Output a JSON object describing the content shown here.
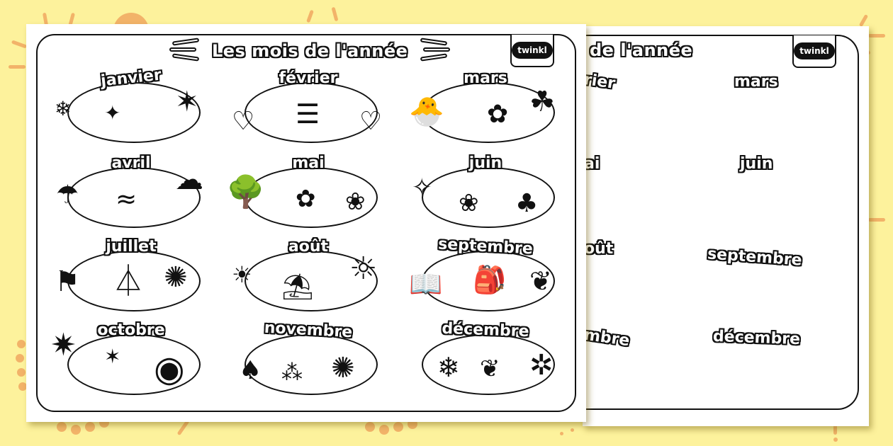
{
  "page": {
    "background_color": "#fdf29c",
    "accent_color": "#f0a860"
  },
  "left_sheet": {
    "title": "Les mois de l'année",
    "logo": "twinkl",
    "months": [
      {
        "name": "janvier",
        "icons": [
          "❄",
          "✦",
          "✶"
        ]
      },
      {
        "name": "février",
        "icons": [
          "♡",
          "☰",
          "♡"
        ]
      },
      {
        "name": "mars",
        "icons": [
          "🐣",
          "✿",
          "☘"
        ]
      },
      {
        "name": "avril",
        "icons": [
          "☂",
          "≈",
          "☁"
        ]
      },
      {
        "name": "mai",
        "icons": [
          "🌳",
          "✿",
          "❀"
        ]
      },
      {
        "name": "juin",
        "icons": [
          "✧",
          "❀",
          "♣"
        ]
      },
      {
        "name": "juillet",
        "icons": [
          "⚑",
          "⏃",
          "✺"
        ]
      },
      {
        "name": "août",
        "icons": [
          "☀",
          "⛱",
          "☼"
        ]
      },
      {
        "name": "septembre",
        "icons": [
          "📖",
          "🎒",
          "❦"
        ]
      },
      {
        "name": "octobre",
        "icons": [
          "✷",
          "✶",
          "◉"
        ]
      },
      {
        "name": "novembre",
        "icons": [
          "♠",
          "⁂",
          "✺"
        ]
      },
      {
        "name": "décembre",
        "icons": [
          "❄",
          "❦",
          "✲"
        ]
      }
    ]
  },
  "right_sheet": {
    "title_visible": "de l'année",
    "logo": "twinkl",
    "months_visible": [
      {
        "name": "rier"
      },
      {
        "name": "mars"
      },
      {
        "name": "ai"
      },
      {
        "name": "juin"
      },
      {
        "name": "oût"
      },
      {
        "name": "septembre"
      },
      {
        "name": "mbre"
      },
      {
        "name": "décembre"
      }
    ]
  }
}
